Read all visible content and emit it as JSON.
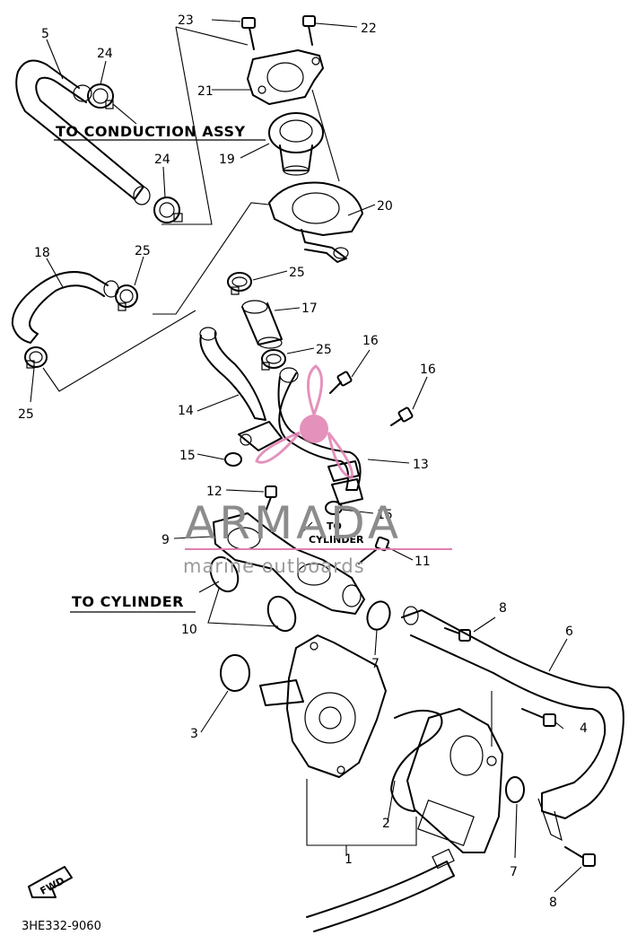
{
  "diagram": {
    "part_numbers": [
      "1",
      "2",
      "3",
      "4",
      "5",
      "6",
      "7",
      "7",
      "8",
      "8",
      "9",
      "10",
      "11",
      "12",
      "13",
      "14",
      "15",
      "15",
      "16",
      "16",
      "17",
      "18",
      "19",
      "20",
      "21",
      "22",
      "23",
      "24",
      "24",
      "25",
      "25",
      "25",
      "25"
    ],
    "labels": {
      "to_conduction": "TO CONDUCTION ASSY",
      "to_cylinder_main": "TO CYLINDER",
      "to_cylinder_small_1": "TO",
      "to_cylinder_small_2": "CYLINDER",
      "fwd": "FWD"
    },
    "diagram_code": "3HE332-9060",
    "watermark": {
      "brand": "ARMADA",
      "tagline": "marine outboards",
      "accent_color": "#e080b0"
    }
  }
}
